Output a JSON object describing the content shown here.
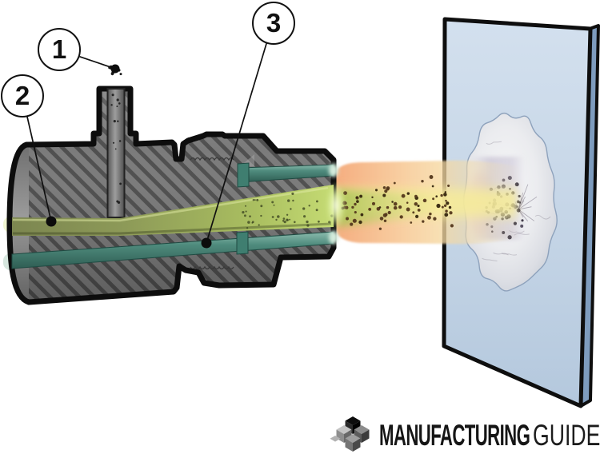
{
  "callouts": {
    "c1": "1",
    "c2": "2",
    "c3": "3"
  },
  "logo": {
    "bold": "MANUFACTURING",
    "light": "GUIDE"
  },
  "colors": {
    "body_gray": "#7b7b7b",
    "hatch_stripe": "#4f4f4f",
    "outline": "#0d0d0d",
    "powder_beam_olive": "#8b9658",
    "flame_green": "#a8c254",
    "flame_yellow": "#f6ec98",
    "flame_orange": "#f4aa7a",
    "tube_teal": "#4f8b7d",
    "panel_front": "#c6d6e7",
    "panel_side": "#7e9cbe",
    "coating": "#ebecef"
  },
  "particles": {
    "flame": {
      "count": 78,
      "color": "#54381c"
    },
    "cone": {
      "count": 42,
      "color": "#3f4722"
    },
    "blob": {
      "count": 50,
      "color": "#2a2535"
    },
    "bore": {
      "count": 13,
      "color": "#1b1b1b"
    },
    "inlet": {
      "count": 10,
      "color": "#111111"
    }
  }
}
